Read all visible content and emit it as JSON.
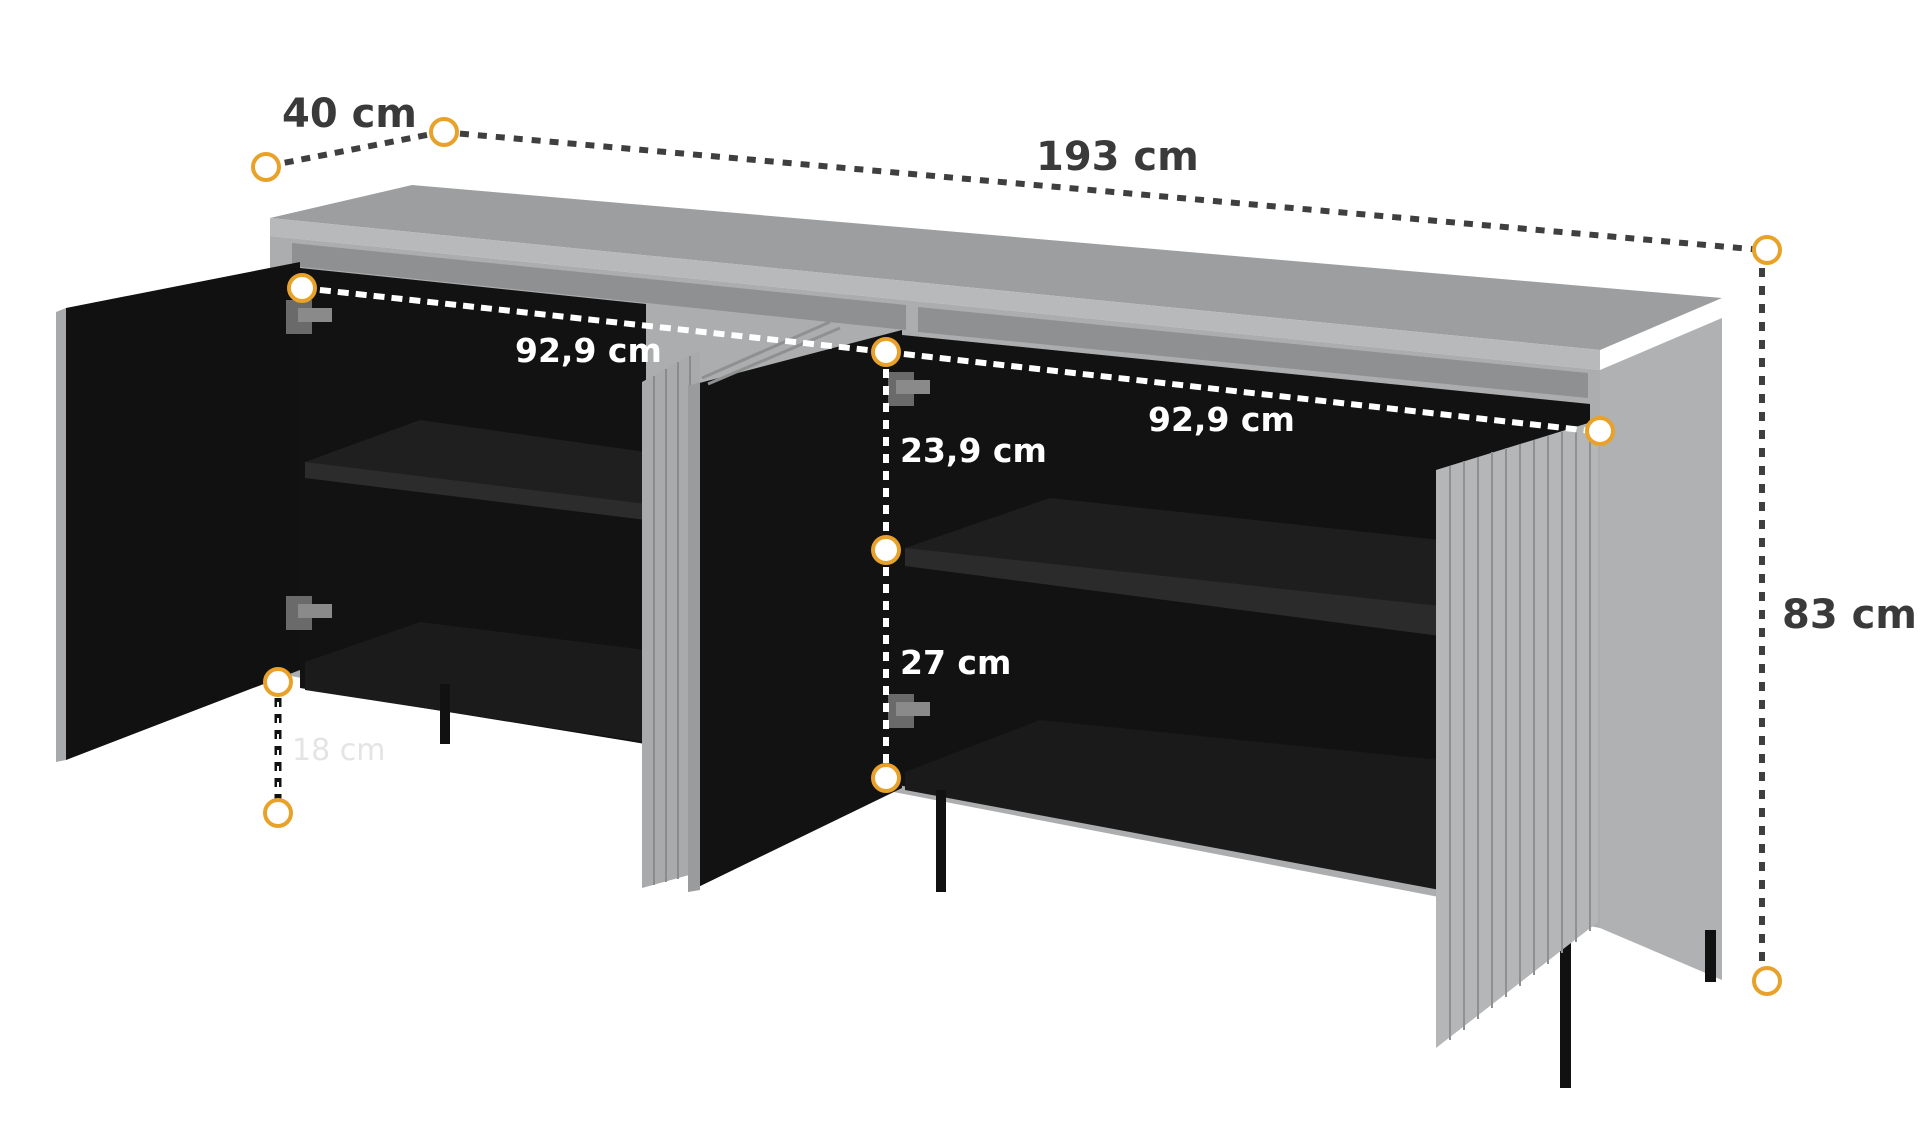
{
  "dimensions": {
    "depth": "40 cm",
    "width": "193 cm",
    "height": "83 cm",
    "inner_width_left": "92,9 cm",
    "inner_width_right": "92,9 cm",
    "upper_compartment_height": "23,9 cm",
    "lower_compartment_height": "27 cm",
    "leg_height": "18 cm"
  },
  "colors": {
    "marker": "#e8a22a",
    "body": "#a7a8a9",
    "body_top": "#9c9d9e",
    "body_front": "#b4b5b6",
    "interior": "#111111",
    "label_outer": "#3a3a3a",
    "label_inner": "#ffffff"
  }
}
